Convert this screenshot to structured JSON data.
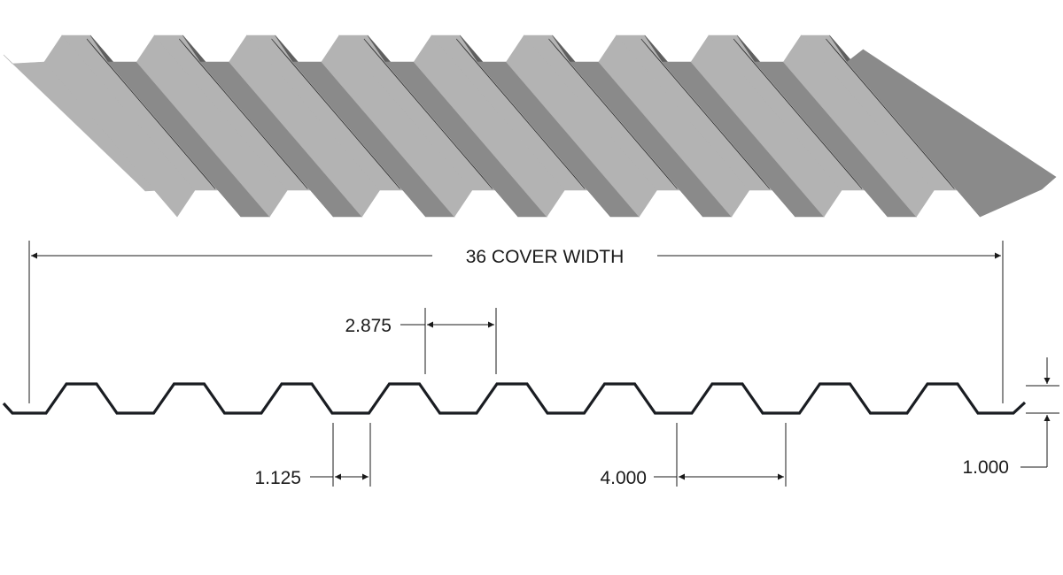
{
  "labels": {
    "cover_width": "36 COVER WIDTH",
    "rib_top": "2.875",
    "flat_bottom": "1.125",
    "rib_spacing": "4.000",
    "rib_height": "1.000"
  },
  "colors": {
    "panel_top": "#b3b3b3",
    "panel_web": "#5f5f5f",
    "panel_web_light": "#8a8a8a",
    "panel_shadow": "#2e2e2e",
    "outline": "#1a1d22"
  },
  "profile": {
    "rib_count": 9
  }
}
